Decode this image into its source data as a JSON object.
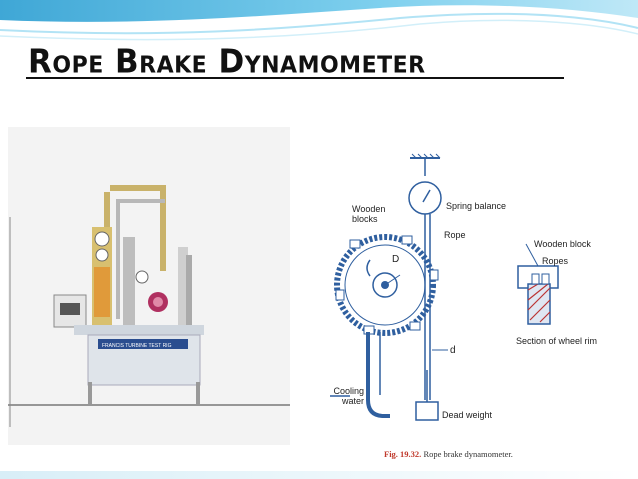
{
  "slide": {
    "title": "Rope Brake Dynamometer",
    "accent_color": "#5ab8e0"
  },
  "photo": {
    "plate_text": "FRANCIS TURBINE TEST RIG"
  },
  "diagram": {
    "labels": {
      "spring_balance": "Spring balance",
      "wooden_blocks": "Wooden blocks",
      "rope": "Rope",
      "D": "D",
      "d": "d",
      "cooling_water": "Cooling water",
      "dead_weight": "Dead weight",
      "wooden_block": "Wooden block",
      "ropes": "Ropes",
      "section_of_wheel_rim": "Section of wheel rim"
    },
    "caption_fig": "Fig. 19.32.",
    "caption_text": "Rope brake dynamometer."
  }
}
